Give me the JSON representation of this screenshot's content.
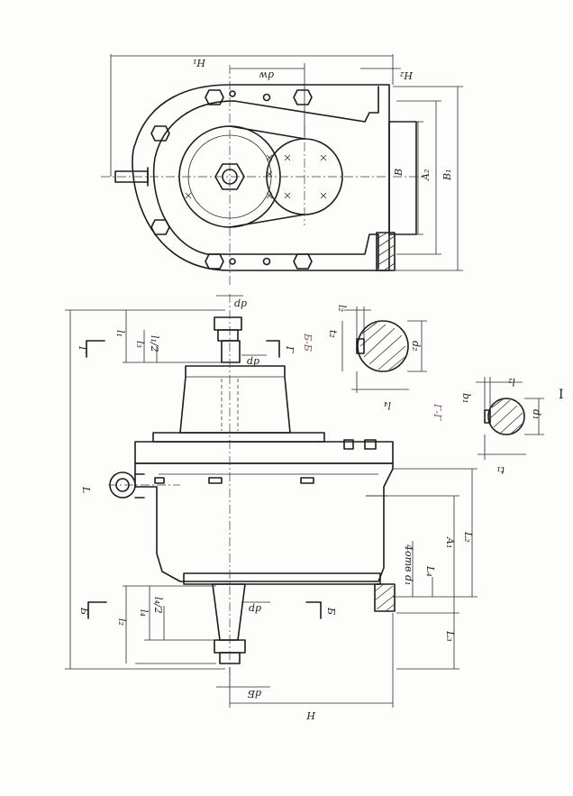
{
  "dimensions_top": {
    "H1": "H₁",
    "H2": "H₂",
    "dw": "dw",
    "B": "B",
    "A2": "A₂",
    "B1": "B₁"
  },
  "dimensions_side": {
    "L": "L",
    "l1": "l₁",
    "l3": "l₃",
    "l1_half": "l₁/2",
    "dp_top": "dp",
    "dp_mid": "dp",
    "A1": "A₁",
    "dotv": "4отв d₁",
    "L4": "L₄",
    "L2": "L₂",
    "L3": "L₃",
    "l2": "l₂",
    "l4": "l₄",
    "l4_half": "l₄/2",
    "dp_low": "dp",
    "db": "dБ",
    "H": "H"
  },
  "section_b": {
    "title": "Б-Б",
    "l2": "l₂",
    "t2": "t₂",
    "d2": "d₂",
    "l4": "l₄"
  },
  "section_g": {
    "title": "Г-Г",
    "l2": "l₂",
    "b1": "b₁",
    "d1": "d₁",
    "t1": "t₁"
  },
  "cut_marks": {
    "g": "Г",
    "b": "Б"
  },
  "sheet_index": "I"
}
